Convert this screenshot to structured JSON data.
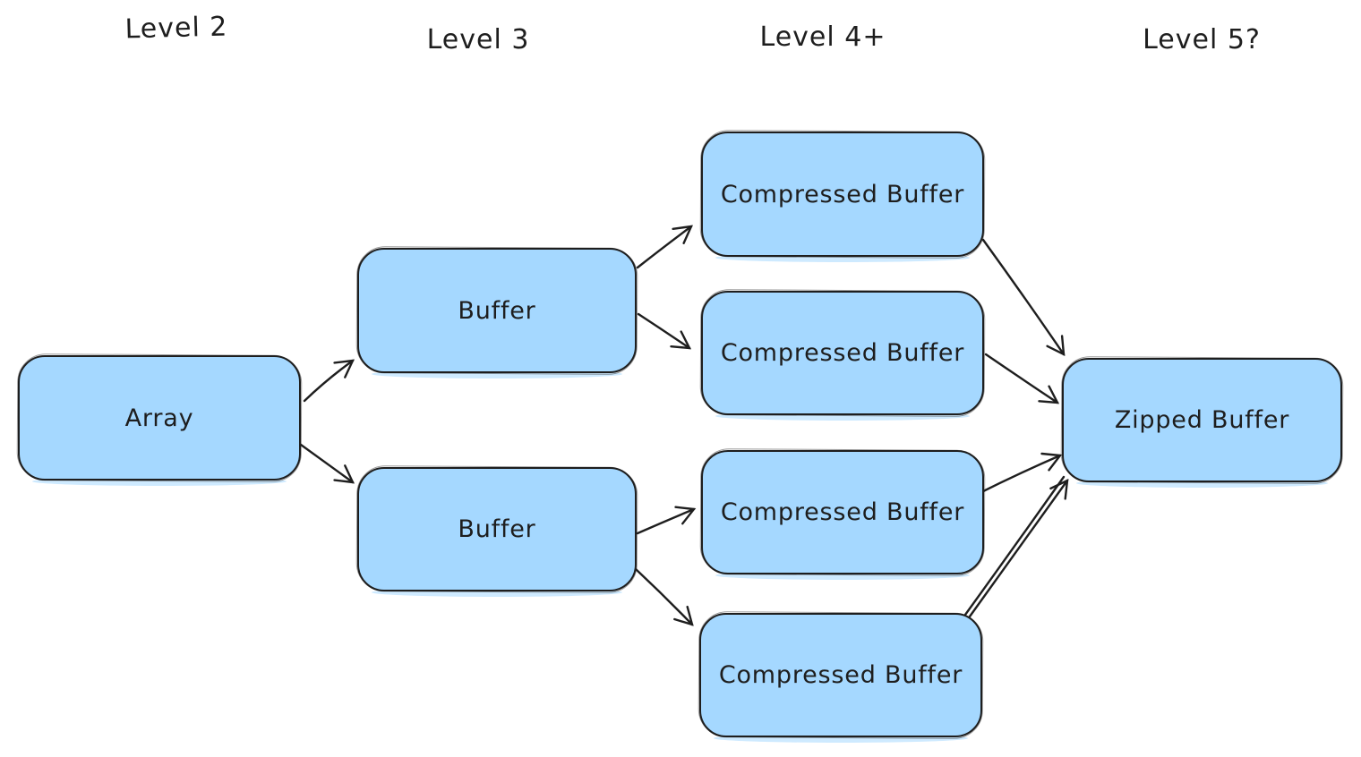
{
  "headers": [
    {
      "label": "Level 2"
    },
    {
      "label": "Level 3"
    },
    {
      "label": "Level 4+"
    },
    {
      "label": "Level 5?"
    }
  ],
  "nodes": [
    {
      "id": "array",
      "label": "Array",
      "level": "Level 2"
    },
    {
      "id": "buffer-top",
      "label": "Buffer",
      "level": "Level 3"
    },
    {
      "id": "buffer-bottom",
      "label": "Buffer",
      "level": "Level 3"
    },
    {
      "id": "compressed-buffer-1",
      "label": "Compressed Buffer",
      "level": "Level 4+"
    },
    {
      "id": "compressed-buffer-2",
      "label": "Compressed Buffer",
      "level": "Level 4+"
    },
    {
      "id": "compressed-buffer-3",
      "label": "Compressed Buffer",
      "level": "Level 4+"
    },
    {
      "id": "compressed-buffer-4",
      "label": "Compressed Buffer",
      "level": "Level 4+"
    },
    {
      "id": "zipped-buffer",
      "label": "Zipped Buffer",
      "level": "Level 5?"
    }
  ],
  "edges": [
    {
      "from": "array",
      "to": "buffer-top"
    },
    {
      "from": "array",
      "to": "buffer-bottom"
    },
    {
      "from": "buffer-top",
      "to": "compressed-buffer-1"
    },
    {
      "from": "buffer-top",
      "to": "compressed-buffer-2"
    },
    {
      "from": "buffer-bottom",
      "to": "compressed-buffer-3"
    },
    {
      "from": "buffer-bottom",
      "to": "compressed-buffer-4"
    },
    {
      "from": "compressed-buffer-1",
      "to": "zipped-buffer"
    },
    {
      "from": "compressed-buffer-2",
      "to": "zipped-buffer"
    },
    {
      "from": "compressed-buffer-3",
      "to": "zipped-buffer"
    },
    {
      "from": "compressed-buffer-4",
      "to": "zipped-buffer"
    }
  ],
  "colors": {
    "node_fill": "#a5d8ff",
    "stroke": "#1e1e1e",
    "text": "#1e1e1e",
    "background": "#ffffff"
  }
}
